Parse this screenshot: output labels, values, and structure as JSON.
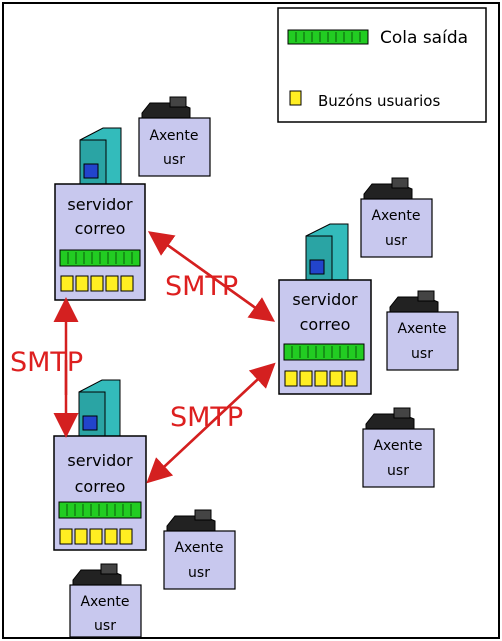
{
  "colors": {
    "queue_green": "#22cc22",
    "mailbox_yellow": "#ffee22",
    "server_box": "#c8c8ee",
    "tower_teal": "#33bbbb",
    "agent_box": "#c8c8ee",
    "smtp_red": "#dd1f1f",
    "arrow_red": "#d42020"
  },
  "legend": {
    "outgoing_queue": "Cola saída",
    "mailboxes": "Buzóns usuarios"
  },
  "servers": [
    {
      "line1": "servidor",
      "line2": "correo"
    },
    {
      "line1": "servidor",
      "line2": "correo"
    },
    {
      "line1": "servidor",
      "line2": "correo"
    }
  ],
  "agents": [
    {
      "line1": "Axente",
      "line2": "usr"
    },
    {
      "line1": "Axente",
      "line2": "usr"
    },
    {
      "line1": "Axente",
      "line2": "usr"
    },
    {
      "line1": "Axente",
      "line2": "usr"
    },
    {
      "line1": "Axente",
      "line2": "usr"
    },
    {
      "line1": "Axente",
      "line2": "usr"
    }
  ],
  "protocol_labels": [
    "SMTP",
    "SMTP",
    "SMTP"
  ],
  "icons": {
    "server_tower": "server-tower-icon",
    "user_terminal": "terminal-icon",
    "queue": "queue-icon",
    "mailbox": "mailbox-icon"
  }
}
